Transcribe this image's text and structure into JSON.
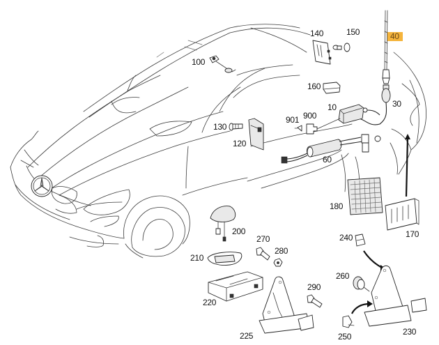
{
  "diagram": {
    "type": "parts-exploded-view",
    "subject": "Convertible car antenna and electronics components",
    "highlight_color": "#f5b43c",
    "highlighted_part": "40",
    "labels": {
      "p10": "10",
      "p30": "30",
      "p40": "40",
      "p60": "60",
      "p100": "100",
      "p120": "120",
      "p130": "130",
      "p140": "140",
      "p150": "150",
      "p160": "160",
      "p170": "170",
      "p180": "180",
      "p200": "200",
      "p210": "210",
      "p220": "220",
      "p225": "225",
      "p230": "230",
      "p240": "240",
      "p250": "250",
      "p260": "260",
      "p270": "270",
      "p280": "280",
      "p290": "290",
      "p900": "900",
      "p901": "901"
    },
    "icons": {
      "logo": "three-pointed-star-emblem"
    }
  }
}
